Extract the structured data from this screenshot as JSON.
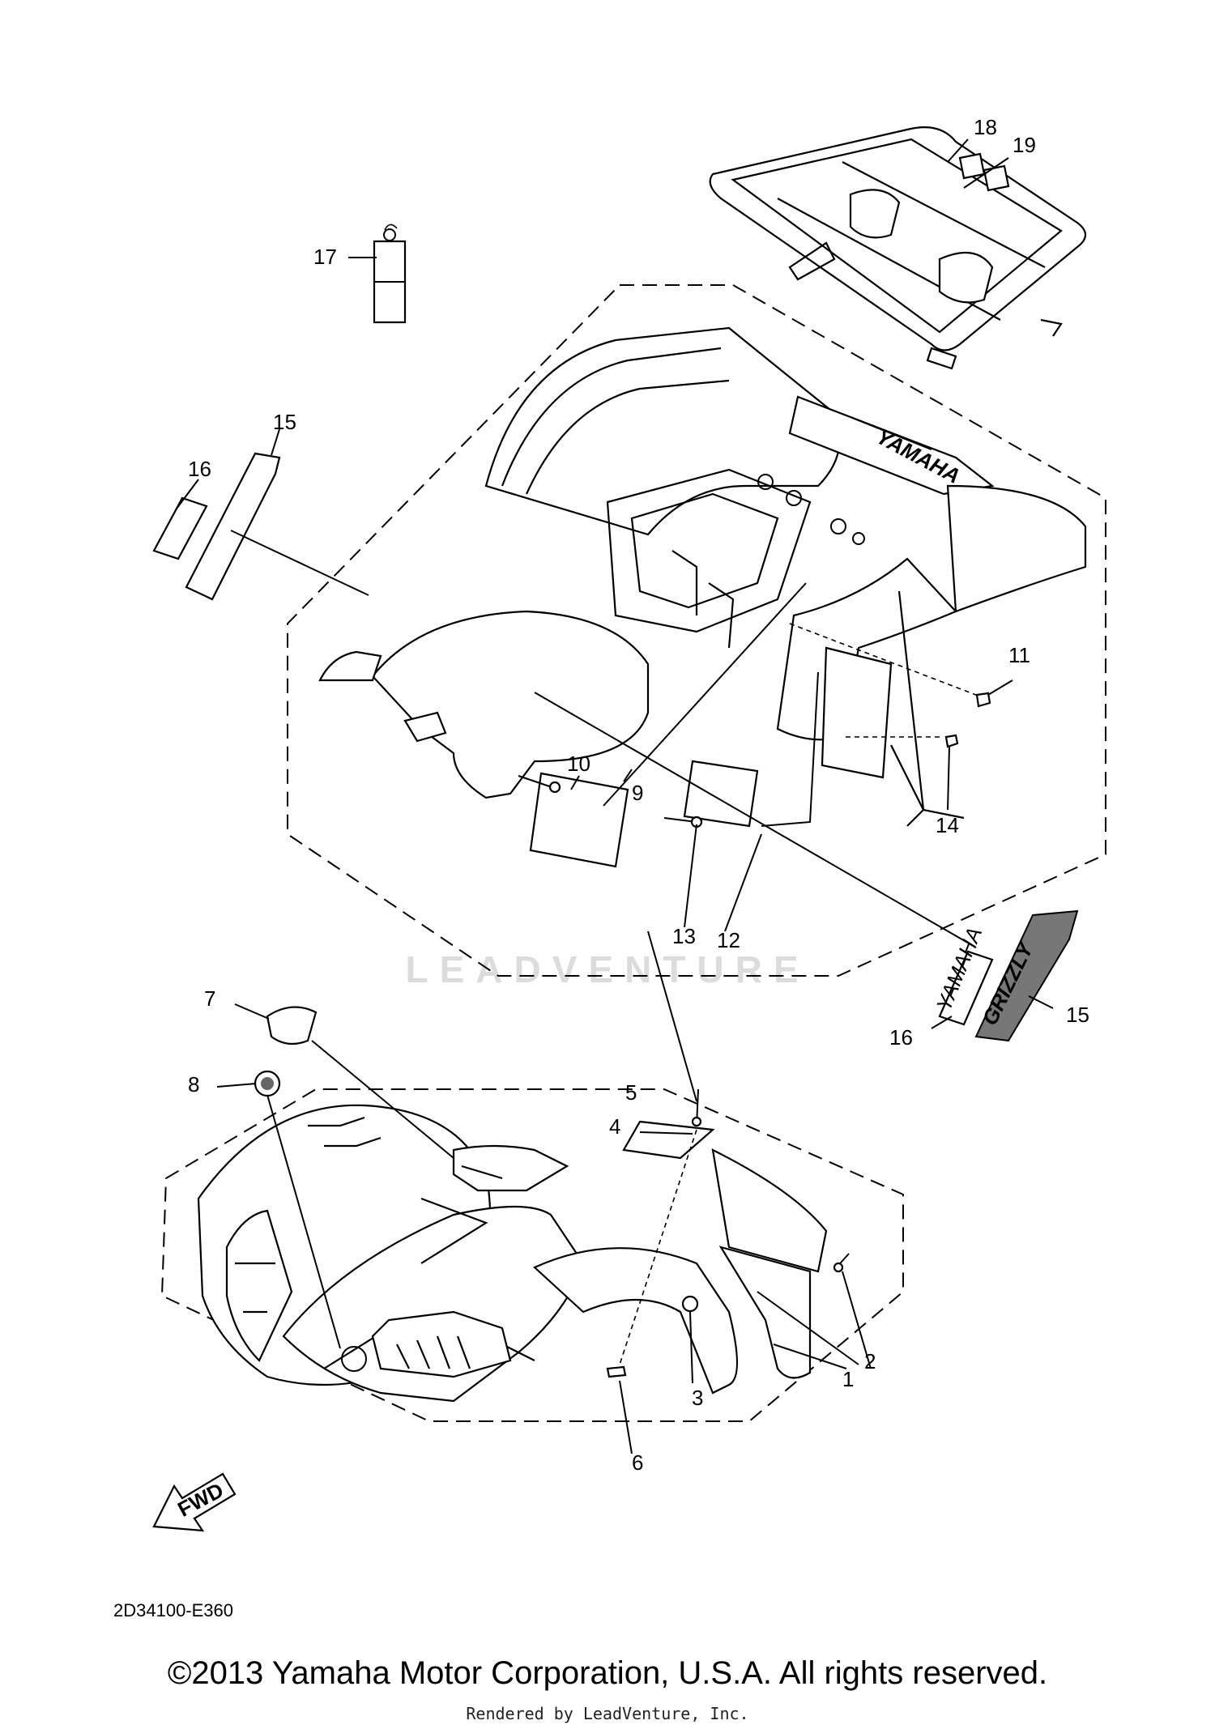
{
  "diagram": {
    "code": "2D34100-E360",
    "watermark": "LEADVENTURE",
    "fwd_arrow_label": "FWD",
    "brand_decal_text": "YAMAHA",
    "model_decal_text": "GRIZZLY",
    "callouts": [
      "1",
      "2",
      "3",
      "4",
      "5",
      "6",
      "7",
      "8",
      "9",
      "10",
      "11",
      "12",
      "13",
      "14",
      "15",
      "16",
      "17",
      "18",
      "19"
    ],
    "extra_callouts": {
      "15b": "15",
      "16b": "16"
    }
  },
  "footer": {
    "copyright": "©2013 Yamaha Motor Corporation, U.S.A. All rights reserved.",
    "rendered_by": "Rendered by LeadVenture, Inc."
  }
}
